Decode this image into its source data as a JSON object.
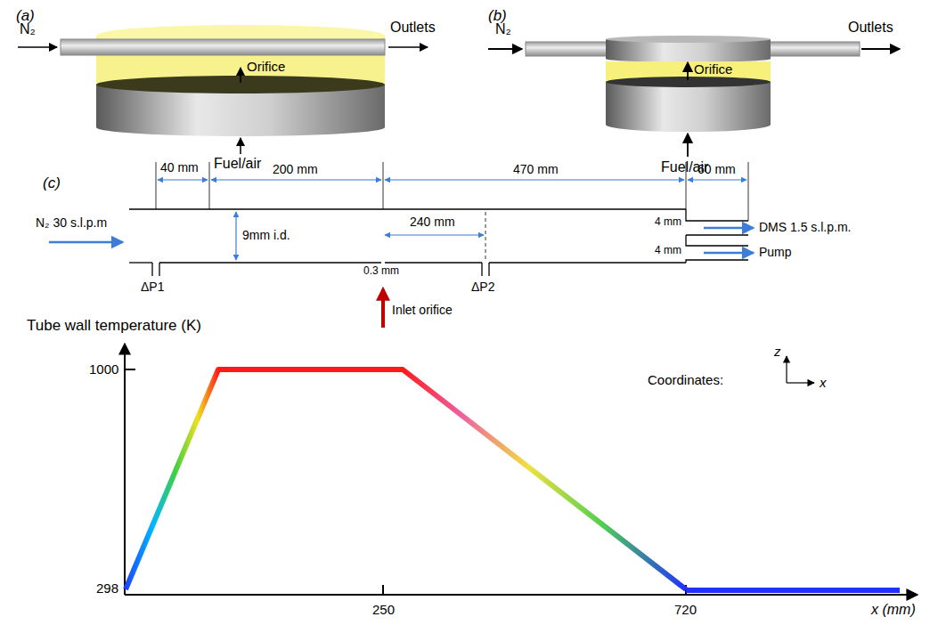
{
  "diagram": {
    "labels": [
      "(a)",
      "N₂",
      "Outlets",
      "Orifice",
      "Fuel/air",
      "(b)",
      "N₂",
      "Outlets",
      "Orifice",
      "Fuel/air",
      "(c)",
      "40 mm",
      "200 mm",
      "470 mm",
      "60 mm",
      "N₂ 30 s.l.p.m",
      "9mm i.d.",
      "0.3 mm",
      "240 mm",
      "4 mm",
      "4 mm",
      "DMS 1.5 s.l.p.m.",
      "Pump",
      "ΔP1",
      "Inlet orifice",
      "ΔP2",
      "Tube wall temperature (K)",
      "Coordinates:",
      "z",
      "x",
      "1000",
      "298",
      "250",
      "720",
      "x (mm)"
    ]
  }
}
